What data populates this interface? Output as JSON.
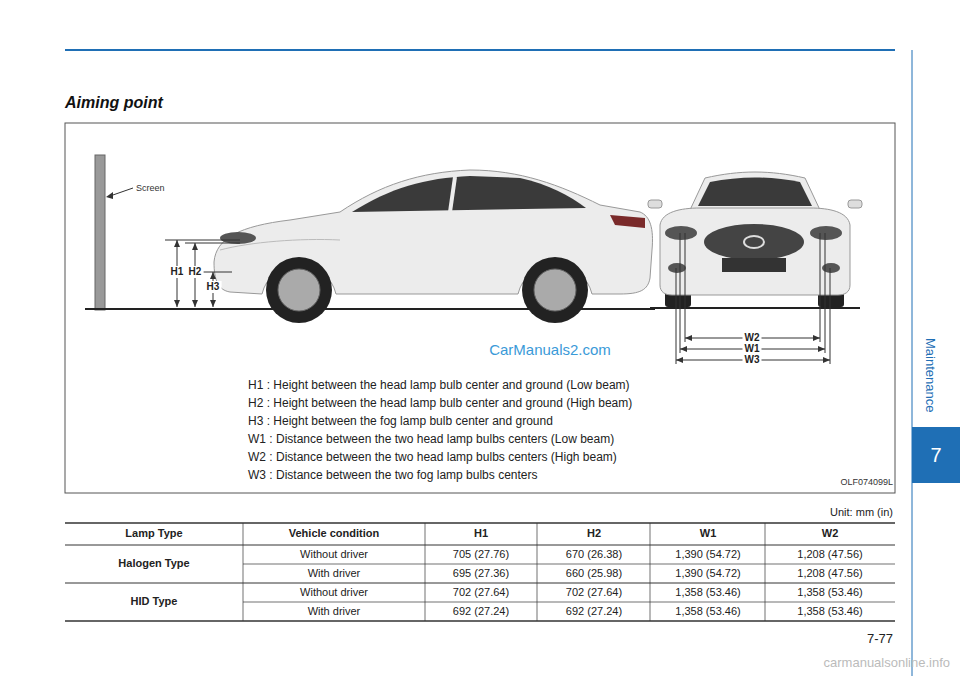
{
  "diagram": {
    "title": "Aiming point",
    "nodes": [
      {
        "text": [
          "7"
        ]
      }
    ],
    "labels": [
      "Maintenance",
      "Screen",
      "H1",
      "H2",
      "H3",
      "W2",
      "W1",
      "W3",
      "CarManuals2.com",
      "H1 : Height between the head lamp bulb center and ground (Low beam)",
      "H2 : Height between the head lamp bulb center and ground (High beam)",
      "H3 : Height between the fog lamp bulb center and ground",
      "W1 : Distance between the two head lamp bulbs centers (Low beam)",
      "W2 : Distance between the two head lamp bulbs centers (High beam)",
      "W3 : Distance between the two fog lamp bulbs centers",
      "OLF074099L",
      "Unit: mm (in)",
      "Lamp Type",
      "Vehicle condition",
      "H1",
      "H2",
      "W1",
      "W2",
      "Halogen Type",
      "Without driver",
      "705 (27.76)",
      "670 (26.38)",
      "1,390 (54.72)",
      "1,208 (47.56)",
      "With driver",
      "695 (27.36)",
      "660 (25.98)",
      "1,390 (54.72)",
      "1,208 (47.56)",
      "HID Type",
      "Without driver",
      "702 (27.64)",
      "702 (27.64)",
      "1,358 (53.46)",
      "1,358 (53.46)",
      "With driver",
      "692 (27.24)",
      "692 (27.24)",
      "1,358 (53.46)",
      "1,358 (53.46)",
      "7-77",
      "carmanualsonline.info"
    ]
  }
}
